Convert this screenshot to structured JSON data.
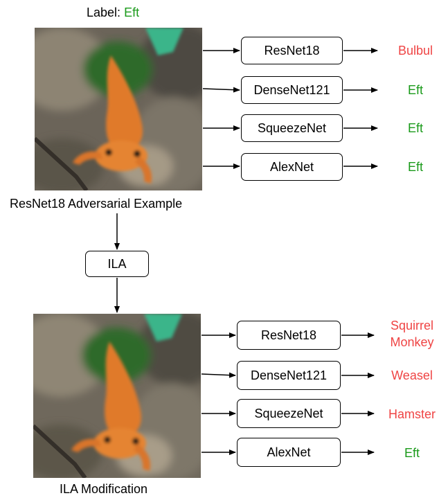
{
  "top": {
    "label_prefix": "Label:",
    "label_value": "Eft",
    "caption": "ResNet18 Adversarial Example",
    "models": [
      {
        "name": "ResNet18",
        "prediction": "Bulbul",
        "correct": false
      },
      {
        "name": "DenseNet121",
        "prediction": "Eft",
        "correct": true
      },
      {
        "name": "SqueezeNet",
        "prediction": "Eft",
        "correct": true
      },
      {
        "name": "AlexNet",
        "prediction": "Eft",
        "correct": true
      }
    ]
  },
  "middle": {
    "step_label": "ILA"
  },
  "bottom": {
    "caption": "ILA Modification",
    "models": [
      {
        "name": "ResNet18",
        "prediction_line1": "Squirrel",
        "prediction_line2": "Monkey",
        "correct": false
      },
      {
        "name": "DenseNet121",
        "prediction": "Weasel",
        "correct": false
      },
      {
        "name": "SqueezeNet",
        "prediction": "Hamster",
        "correct": false
      },
      {
        "name": "AlexNet",
        "prediction": "Eft",
        "correct": true
      }
    ]
  },
  "colors": {
    "correct": "#1a9a1a",
    "incorrect": "#ef4444",
    "newt": "#e07a2c",
    "leaf": "#3bb58a"
  }
}
